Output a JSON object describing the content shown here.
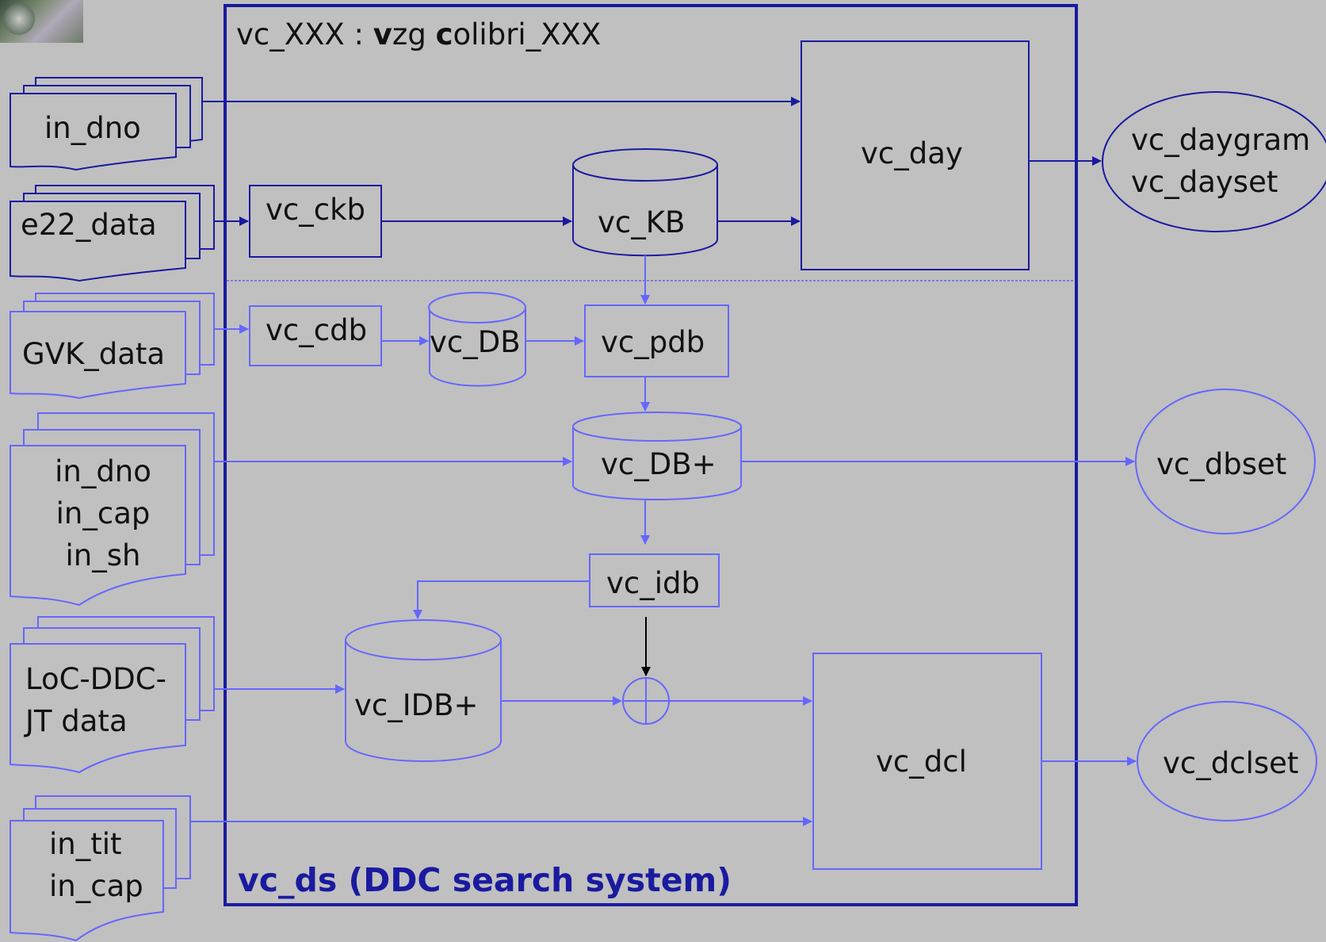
{
  "diagram": {
    "title": {
      "prefix": "vc_XXX : ",
      "v": "v",
      "zg": "zg ",
      "c": "c",
      "rest": "olibri_XXX"
    },
    "footer": "vc_ds (DDC search system)",
    "inputs": {
      "in_dno": "in_dno",
      "e22_data": "e22_data",
      "gvk_data": "GVK_data",
      "multi": [
        "in_dno",
        "in_cap",
        "in_sh"
      ],
      "loc": [
        "LoC-DDC-",
        "JT data"
      ],
      "titcap": [
        "in_tit",
        "in_cap"
      ]
    },
    "nodes": {
      "vc_ckb": "vc_ckb",
      "vc_kb": "vc_KB",
      "vc_day": "vc_day",
      "vc_cdb": "vc_cdb",
      "vc_db": "vc_DB",
      "vc_pdb": "vc_pdb",
      "vc_dbplus": "vc_DB+",
      "vc_idb": "vc_idb",
      "vc_idbplus": "vc_IDB+",
      "vc_dcl": "vc_dcl"
    },
    "outputs": {
      "day": [
        "vc_daygram",
        "vc_dayset"
      ],
      "dbset": "vc_dbset",
      "dclset": "vc_dclset"
    }
  },
  "colors": {
    "background": "#c0c0c0",
    "dark_blue": "#1a1aa0",
    "light_blue": "#6666ff",
    "text": "#111111"
  }
}
